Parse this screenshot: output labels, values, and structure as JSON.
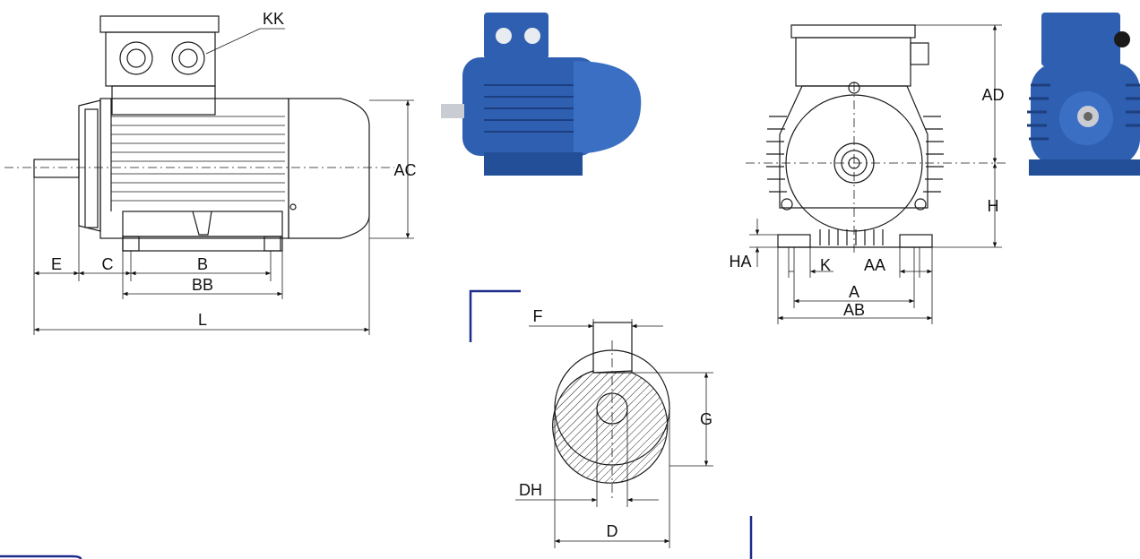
{
  "side_view": {
    "labels": {
      "kk": "KK",
      "ac": "AC",
      "e": "E",
      "c": "C",
      "b": "B",
      "bb": "BB",
      "l": "L"
    }
  },
  "end_view": {
    "labels": {
      "ad": "AD",
      "h": "H",
      "ha": "HA",
      "k": "K",
      "aa": "AA",
      "a": "A",
      "ab": "AB"
    }
  },
  "shaft_section": {
    "labels": {
      "f": "F",
      "g": "G",
      "dh": "DH",
      "d": "D"
    }
  },
  "photos": {
    "motor_color": "#2f5fb0",
    "motor_color_dark": "#1d3f80",
    "shaft_color": "#c9cdd3"
  }
}
